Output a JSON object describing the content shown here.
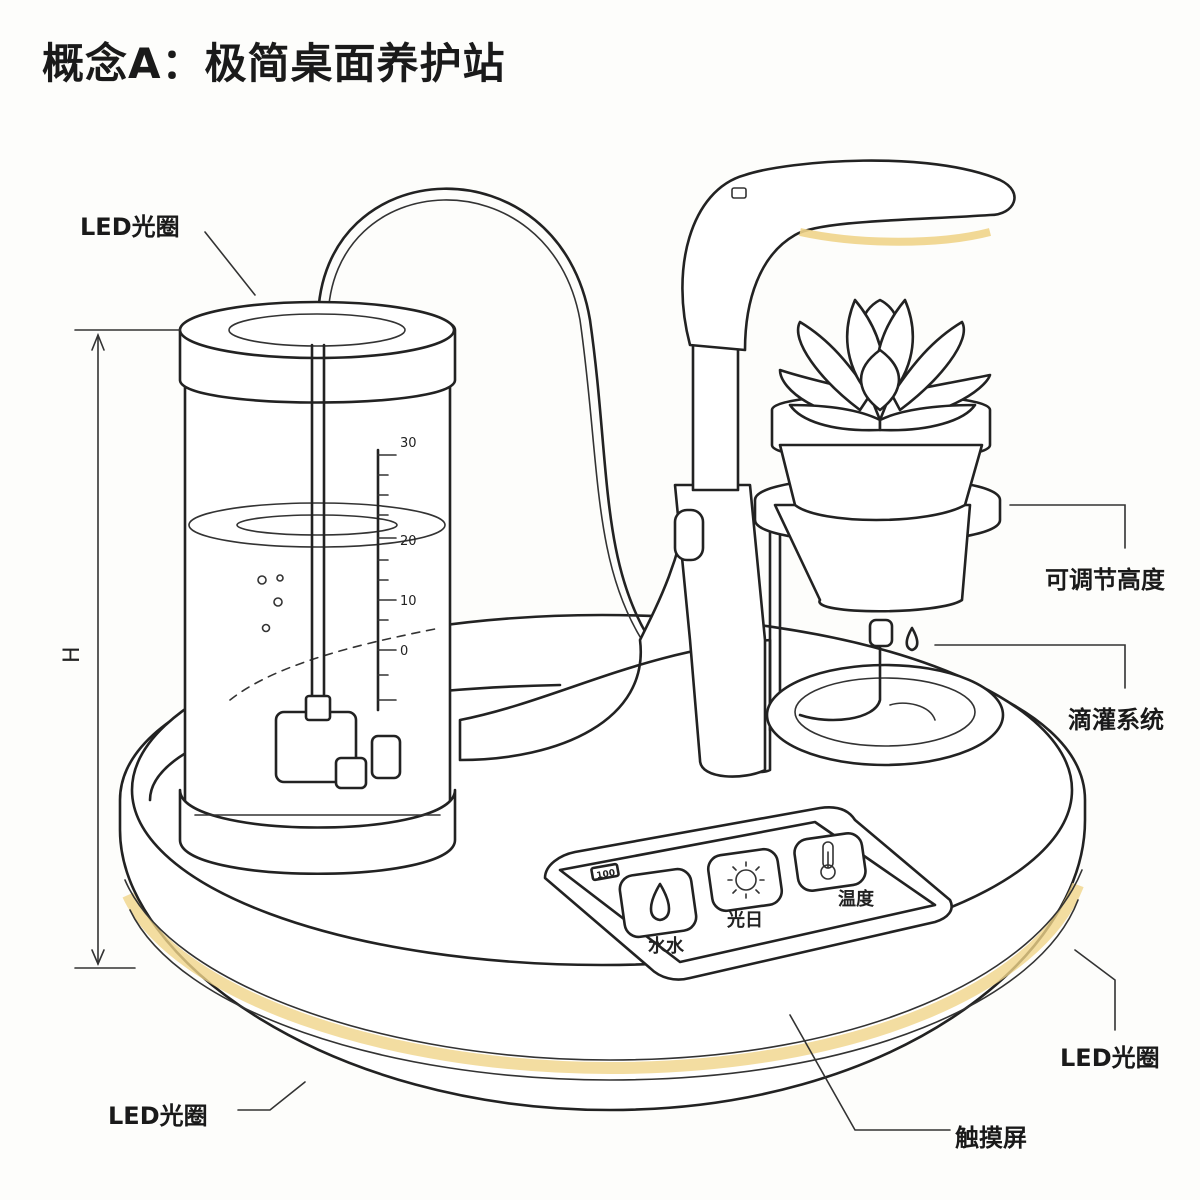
{
  "title": "概念A：极简桌面养护站",
  "labels": {
    "led_ring_top": "LED光圈",
    "led_ring_right": "LED光圈",
    "led_ring_bottom": "LED光圈",
    "adjustable_height": "可调节高度",
    "drip_system": "滴灌系统",
    "touchscreen": "触摸屏",
    "height_dim": "H"
  },
  "scale_marks": [
    "30",
    "20",
    "10",
    "0"
  ],
  "panel": {
    "badge": "100",
    "water_label": "水水",
    "light_label": "光日",
    "temp_label": "温度"
  },
  "icons": [
    "water-drop-icon",
    "sun-icon",
    "thermometer-icon"
  ],
  "colors": {
    "led_glow": "#f5e6b8",
    "ink": "#222222"
  }
}
